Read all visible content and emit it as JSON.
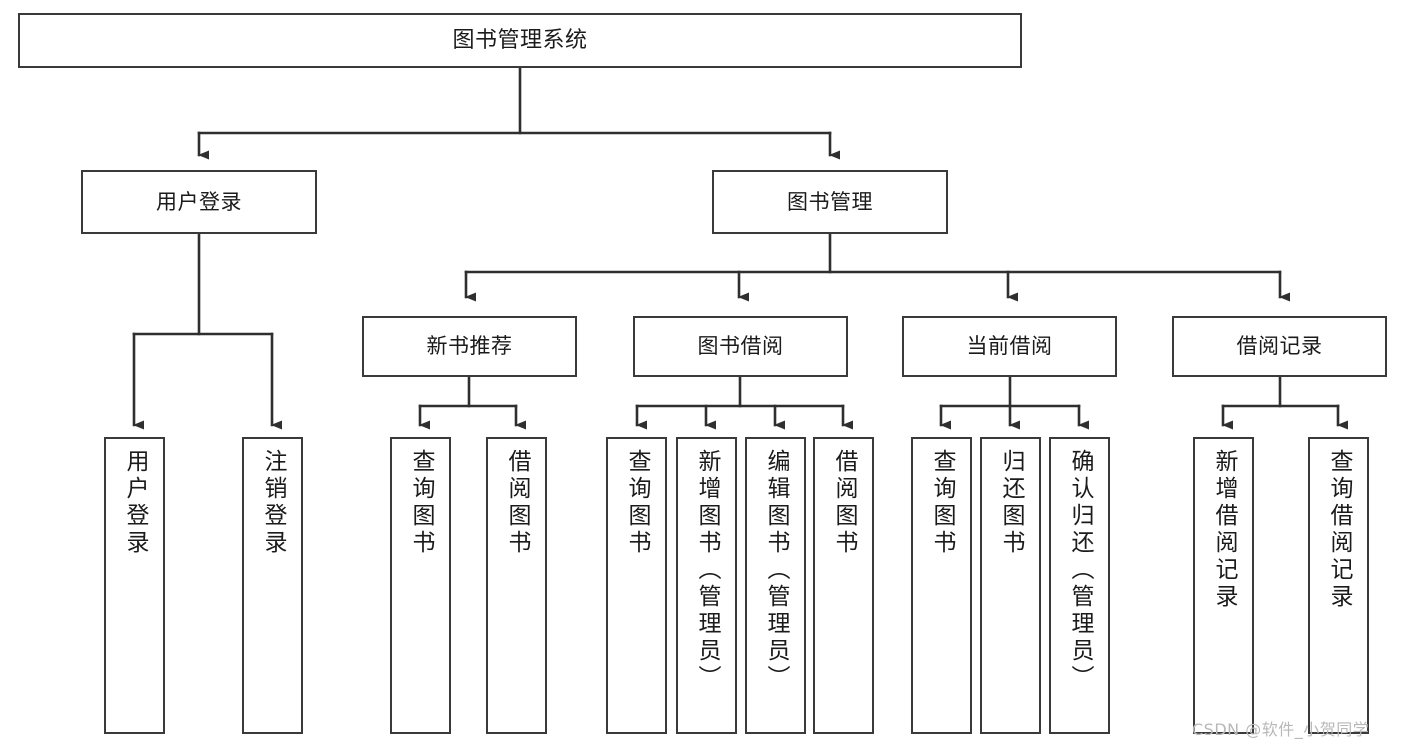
{
  "diagram": {
    "title": "图书管理系统",
    "type": "tree-hierarchy-chart",
    "orientation": "top-down",
    "colors": {
      "node_border": "#3a3a3a",
      "node_fill": "#ffffff",
      "connector": "#2f2f2f",
      "text": "#1b1b1b",
      "watermark": "#b8b8b8",
      "background": "#ffffff"
    }
  },
  "root": {
    "label": "图书管理系统"
  },
  "level2": [
    {
      "label": "用户登录"
    },
    {
      "label": "图书管理"
    }
  ],
  "level3": [
    {
      "label": "新书推荐"
    },
    {
      "label": "图书借阅"
    },
    {
      "label": "当前借阅"
    },
    {
      "label": "借阅记录"
    }
  ],
  "leaves": {
    "user_login": [
      {
        "label": "用户登录"
      },
      {
        "label": "注销登录"
      }
    ],
    "new_book_recommend": [
      {
        "label": "查询图书"
      },
      {
        "label": "借阅图书"
      }
    ],
    "book_borrow": [
      {
        "label": "查询图书"
      },
      {
        "label": "新增图书（管理员）"
      },
      {
        "label": "编辑图书（管理员）"
      },
      {
        "label": "借阅图书"
      }
    ],
    "current_borrow": [
      {
        "label": "查询图书"
      },
      {
        "label": "归还图书"
      },
      {
        "label": "确认归还（管理员）"
      }
    ],
    "borrow_record": [
      {
        "label": "新增借阅记录"
      },
      {
        "label": "查询借阅记录"
      }
    ]
  },
  "watermark": {
    "text": "CSDN @软件_小贺同学"
  }
}
